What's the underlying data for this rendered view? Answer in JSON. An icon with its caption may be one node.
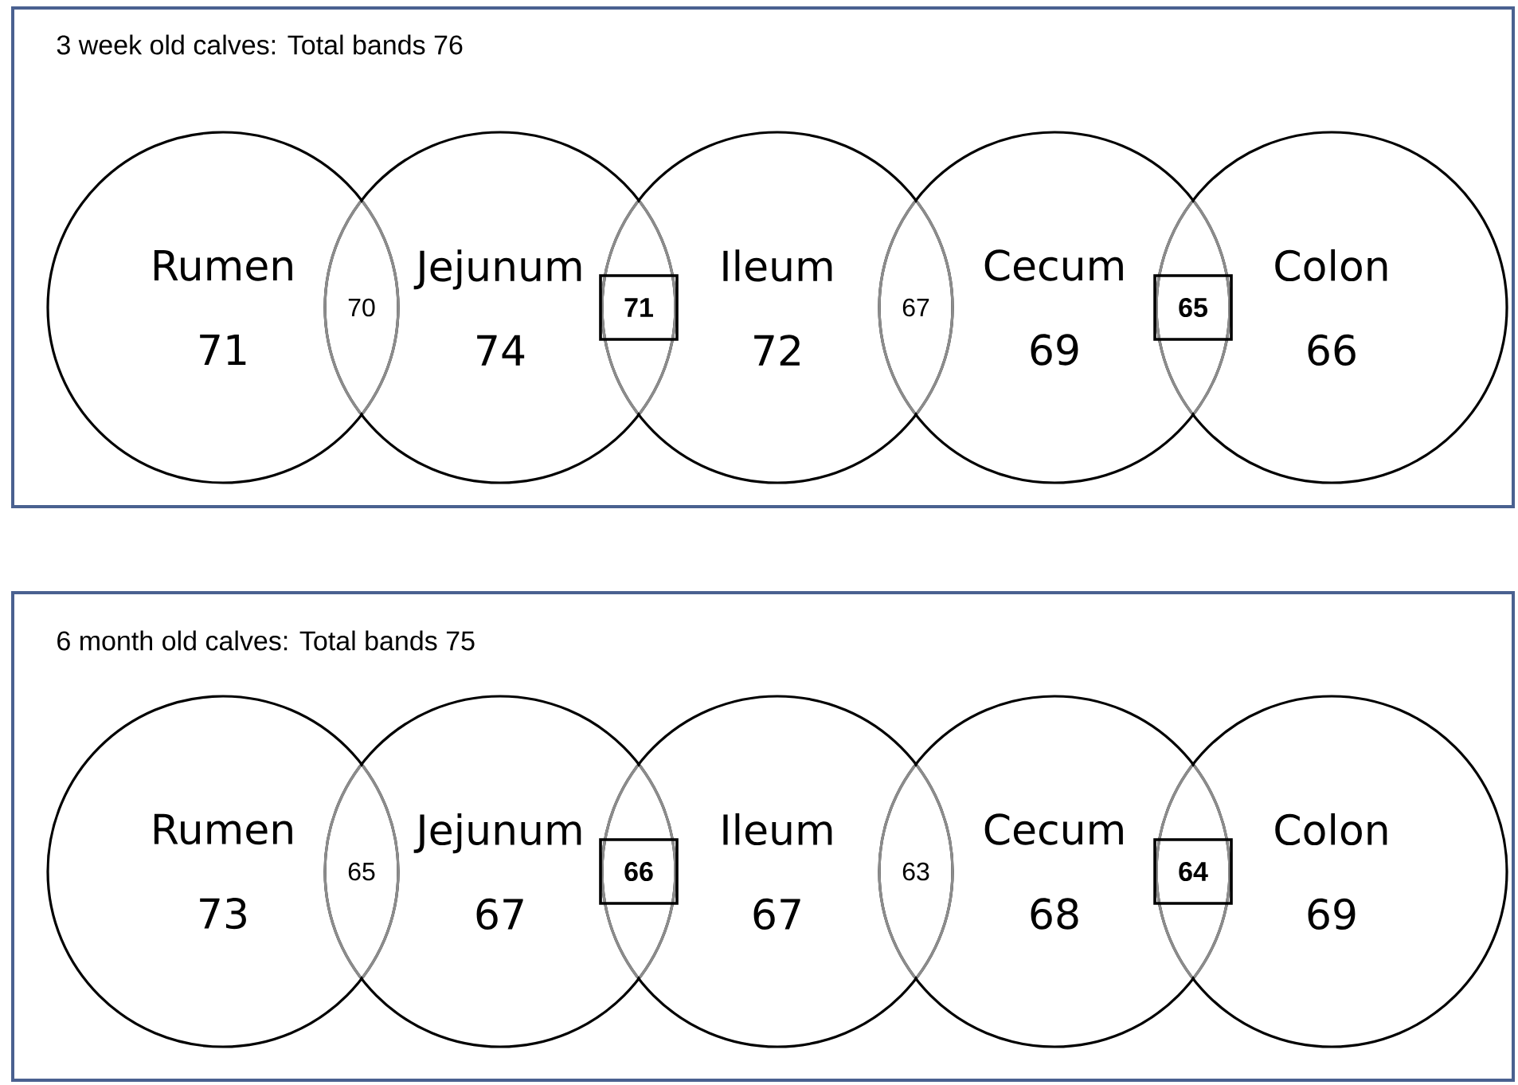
{
  "diagram": {
    "nodes": [
      {
        "text": [
          "3 week old calves: Total bands 76"
        ]
      },
      {
        "text": [
          "Rumen",
          "71"
        ],
        "in": 0
      },
      {
        "text": [
          "Jejunum",
          "74"
        ],
        "in": 0
      },
      {
        "text": [
          "Ileum",
          "72"
        ],
        "in": 0
      },
      {
        "text": [
          "Cecum",
          "69"
        ],
        "in": 0
      },
      {
        "text": [
          "Colon",
          "66"
        ],
        "in": 0
      },
      {
        "text": [
          "71"
        ]
      },
      {
        "text": [
          "65"
        ]
      },
      {
        "text": [
          "6 month old calves: Total bands 75"
        ]
      },
      {
        "text": [
          "Rumen",
          "73"
        ],
        "in": 8
      },
      {
        "text": [
          "Jejunum",
          "67"
        ],
        "in": 8
      },
      {
        "text": [
          "Ileum",
          "67"
        ],
        "in": 8
      },
      {
        "text": [
          "Cecum",
          "68"
        ],
        "in": 8
      },
      {
        "text": [
          "Colon",
          "69"
        ],
        "in": 8
      },
      {
        "text": [
          "66"
        ]
      },
      {
        "text": [
          "64"
        ]
      }
    ],
    "labels": [
      "70",
      "67",
      "65",
      "63"
    ]
  }
}
